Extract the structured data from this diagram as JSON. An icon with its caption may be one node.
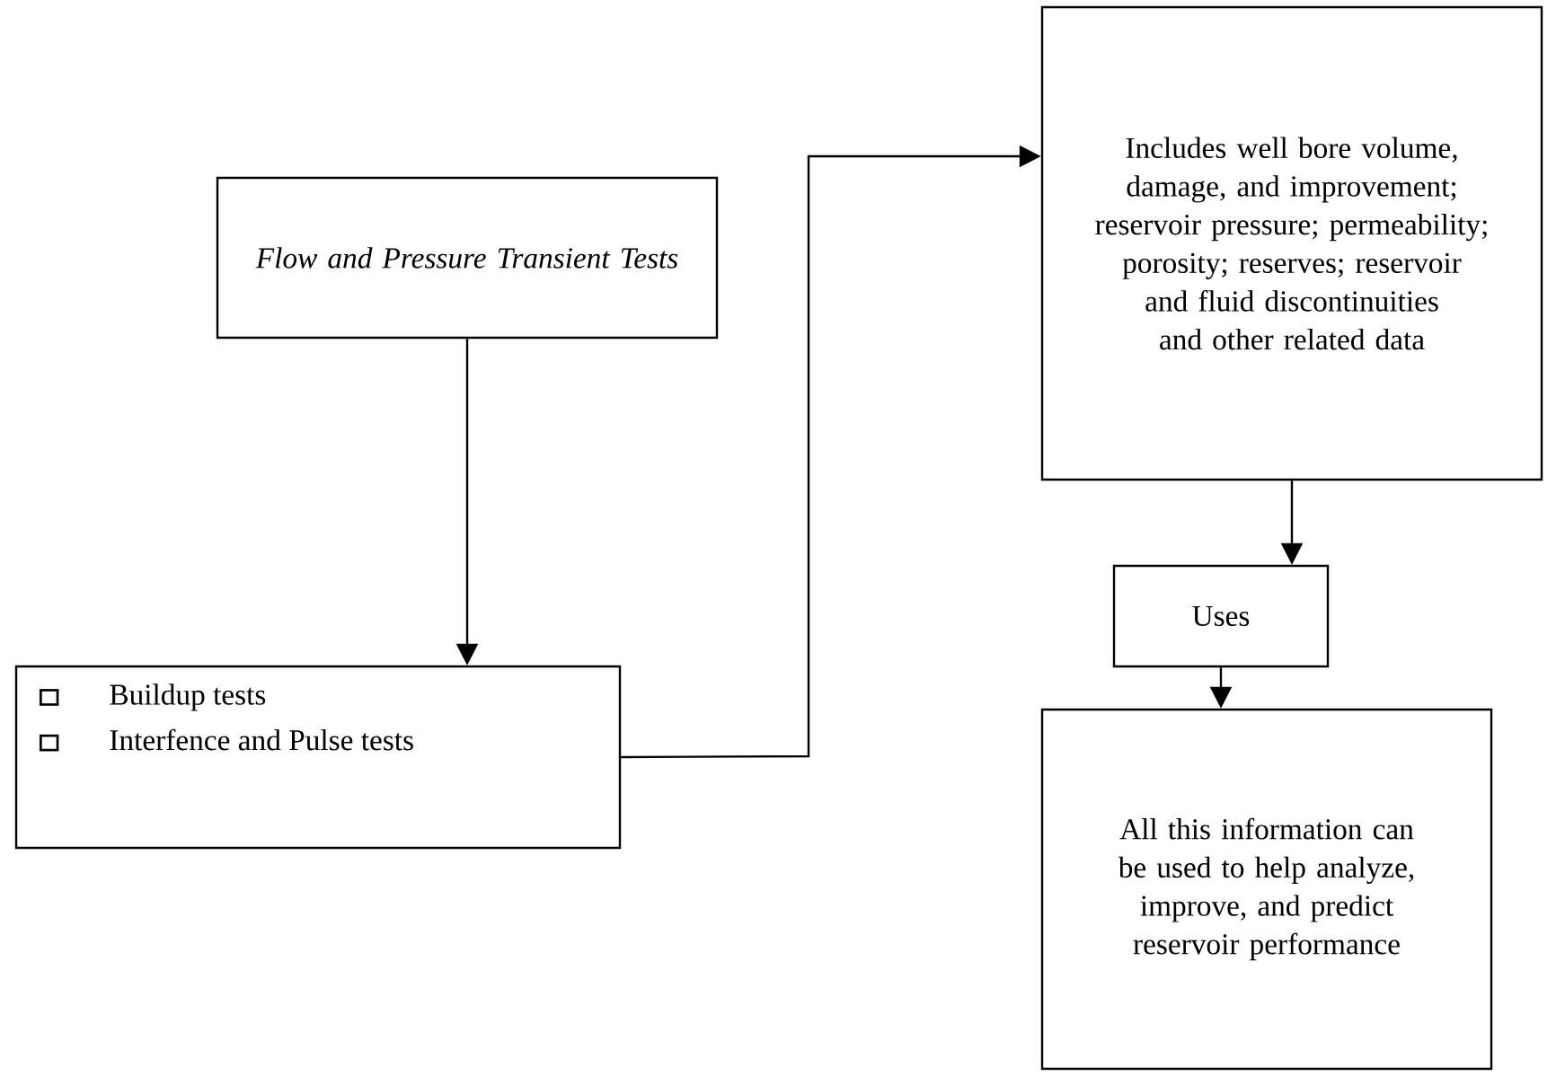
{
  "diagram": {
    "nodes": [
      {
        "text": [
          "Flow and Pressure Transient Tests"
        ]
      },
      {
        "text": [
          "Buildup tests",
          "Interfence and Pulse tests"
        ]
      },
      {
        "text": [
          "Includes well bore volume, damage, and improvement; reservoir pressure; permeability; porosity; reserves; reservoir and fluid discontinuities and other related data"
        ]
      },
      {
        "text": [
          "Uses"
        ]
      },
      {
        "text": [
          "All this information can be used to help analyze, improve, and predict reservoir performance"
        ]
      }
    ],
    "edges": [
      {
        "from": 0,
        "to": 1,
        "arrow": "to"
      },
      {
        "from": 1,
        "to": 2,
        "arrow": "to"
      },
      {
        "from": 2,
        "to": 3,
        "arrow": "to"
      },
      {
        "from": 3,
        "to": 4,
        "arrow": "to"
      }
    ]
  }
}
